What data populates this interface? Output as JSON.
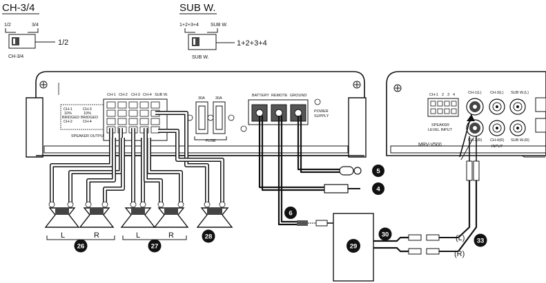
{
  "switch_ch34": {
    "title": "CH-3/4",
    "label_left": "1/2",
    "label_right": "3/4",
    "selected": "1/2",
    "caption": "CH-3/4"
  },
  "switch_sub": {
    "title": "SUB W.",
    "label_left": "1+2+3+4",
    "label_right": "SUB W.",
    "selected": "1+2+3+4",
    "caption": "SUB W."
  },
  "amplifier": {
    "channels": [
      "CH-1",
      "CH-2",
      "CH-3",
      "CH-4",
      "SUB W."
    ],
    "speaker_output_label": "SPEAKER OUTPUT",
    "bridge_left": [
      "CH-1",
      "10%",
      "BRIDGED",
      "CH-2"
    ],
    "bridge_right": [
      "CH-3",
      "10%",
      "BRIDGED",
      "CH-4"
    ],
    "fuse_label": "FUSE",
    "fuse_values": [
      "30A",
      "30A"
    ],
    "power_terminals": [
      "BATTERY",
      "REMOTE",
      "GROUND"
    ],
    "power_supply_label": [
      "POWER",
      "SUPPLY"
    ]
  },
  "input_panel": {
    "model": "MRV-V500",
    "level_input_label": [
      "SPEAKER",
      "LEVEL INPUT"
    ],
    "level_channels": [
      "CH-1",
      "2",
      "3",
      "4"
    ],
    "rca_top": [
      "CH-1(L)",
      "CH-3(L)",
      "SUB W.(L)"
    ],
    "rca_bottom": [
      "CH-2(R)",
      "CH-4(R)",
      "SUB W.(R)"
    ],
    "input_label": "INPUT"
  },
  "speakers": {
    "group1": [
      "L",
      "R"
    ],
    "group2": [
      "L",
      "R"
    ]
  },
  "callouts": [
    "5",
    "4",
    "6",
    "26",
    "27",
    "28",
    "29",
    "30",
    "33"
  ],
  "rca_labels": [
    "(L)",
    "(R)"
  ]
}
